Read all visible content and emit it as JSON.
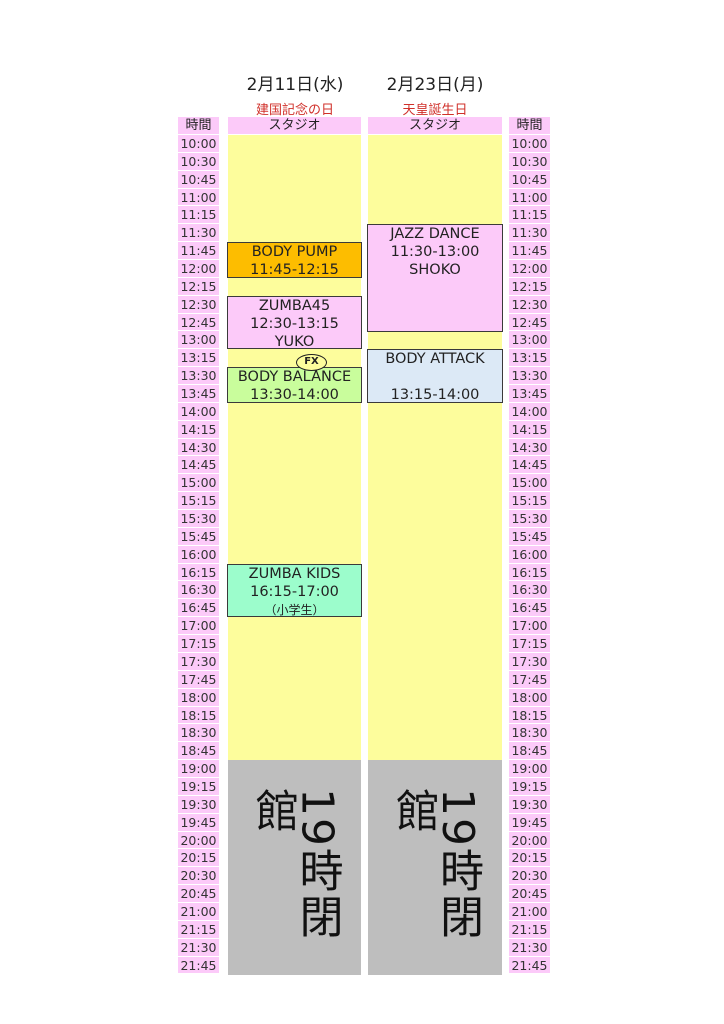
{
  "days": [
    {
      "date": "2月11日(水)",
      "holiday": "建国記念の日",
      "studio_label": "スタジオ",
      "closed_label": "19時閉館",
      "events": [
        {
          "lines": [
            "BODY PUMP",
            "11:45-12:15"
          ],
          "start": "11:45",
          "end": "12:15",
          "color": "#fdbd00"
        },
        {
          "lines": [
            "ZUMBA45",
            "12:30-13:15",
            "YUKO"
          ],
          "start": "12:30",
          "end": "13:15",
          "color": "#fccaf9"
        },
        {
          "lines": [
            "BODY BALANCE",
            "13:30-14:00"
          ],
          "start": "13:30",
          "end": "14:00",
          "color": "#c9fd9c",
          "badge": "FX"
        },
        {
          "lines": [
            "ZUMBA KIDS",
            "16:15-17:00"
          ],
          "note": "（小学生）",
          "start": "16:15",
          "end": "17:00",
          "color": "#9cfdcc"
        }
      ]
    },
    {
      "date": "2月23日(月)",
      "holiday": "天皇誕生日",
      "studio_label": "スタジオ",
      "closed_label": "19時閉館",
      "events": [
        {
          "lines": [
            "JAZZ  DANCE",
            "11:30-13:00",
            "SHOKO"
          ],
          "start": "11:30",
          "end": "13:00",
          "color": "#fccaf9"
        },
        {
          "lines": [
            "BODY ATTACK",
            "",
            "13:15-14:00"
          ],
          "start": "13:15",
          "end": "14:00",
          "color": "#dce9f6"
        }
      ]
    }
  ],
  "time_header": "時間",
  "closed_from": "19:00",
  "times": [
    "10:00",
    "10:30",
    "10:45",
    "11:00",
    "11:15",
    "11:30",
    "11:45",
    "12:00",
    "12:15",
    "12:30",
    "12:45",
    "13:00",
    "13:15",
    "13:30",
    "13:45",
    "14:00",
    "14:15",
    "14:30",
    "14:45",
    "15:00",
    "15:15",
    "15:30",
    "15:45",
    "16:00",
    "16:15",
    "16:30",
    "16:45",
    "17:00",
    "17:15",
    "17:30",
    "17:45",
    "18:00",
    "18:15",
    "18:30",
    "18:45",
    "19:00",
    "19:15",
    "19:30",
    "19:45",
    "20:00",
    "20:15",
    "20:30",
    "20:45",
    "21:00",
    "21:15",
    "21:30",
    "21:45"
  ]
}
